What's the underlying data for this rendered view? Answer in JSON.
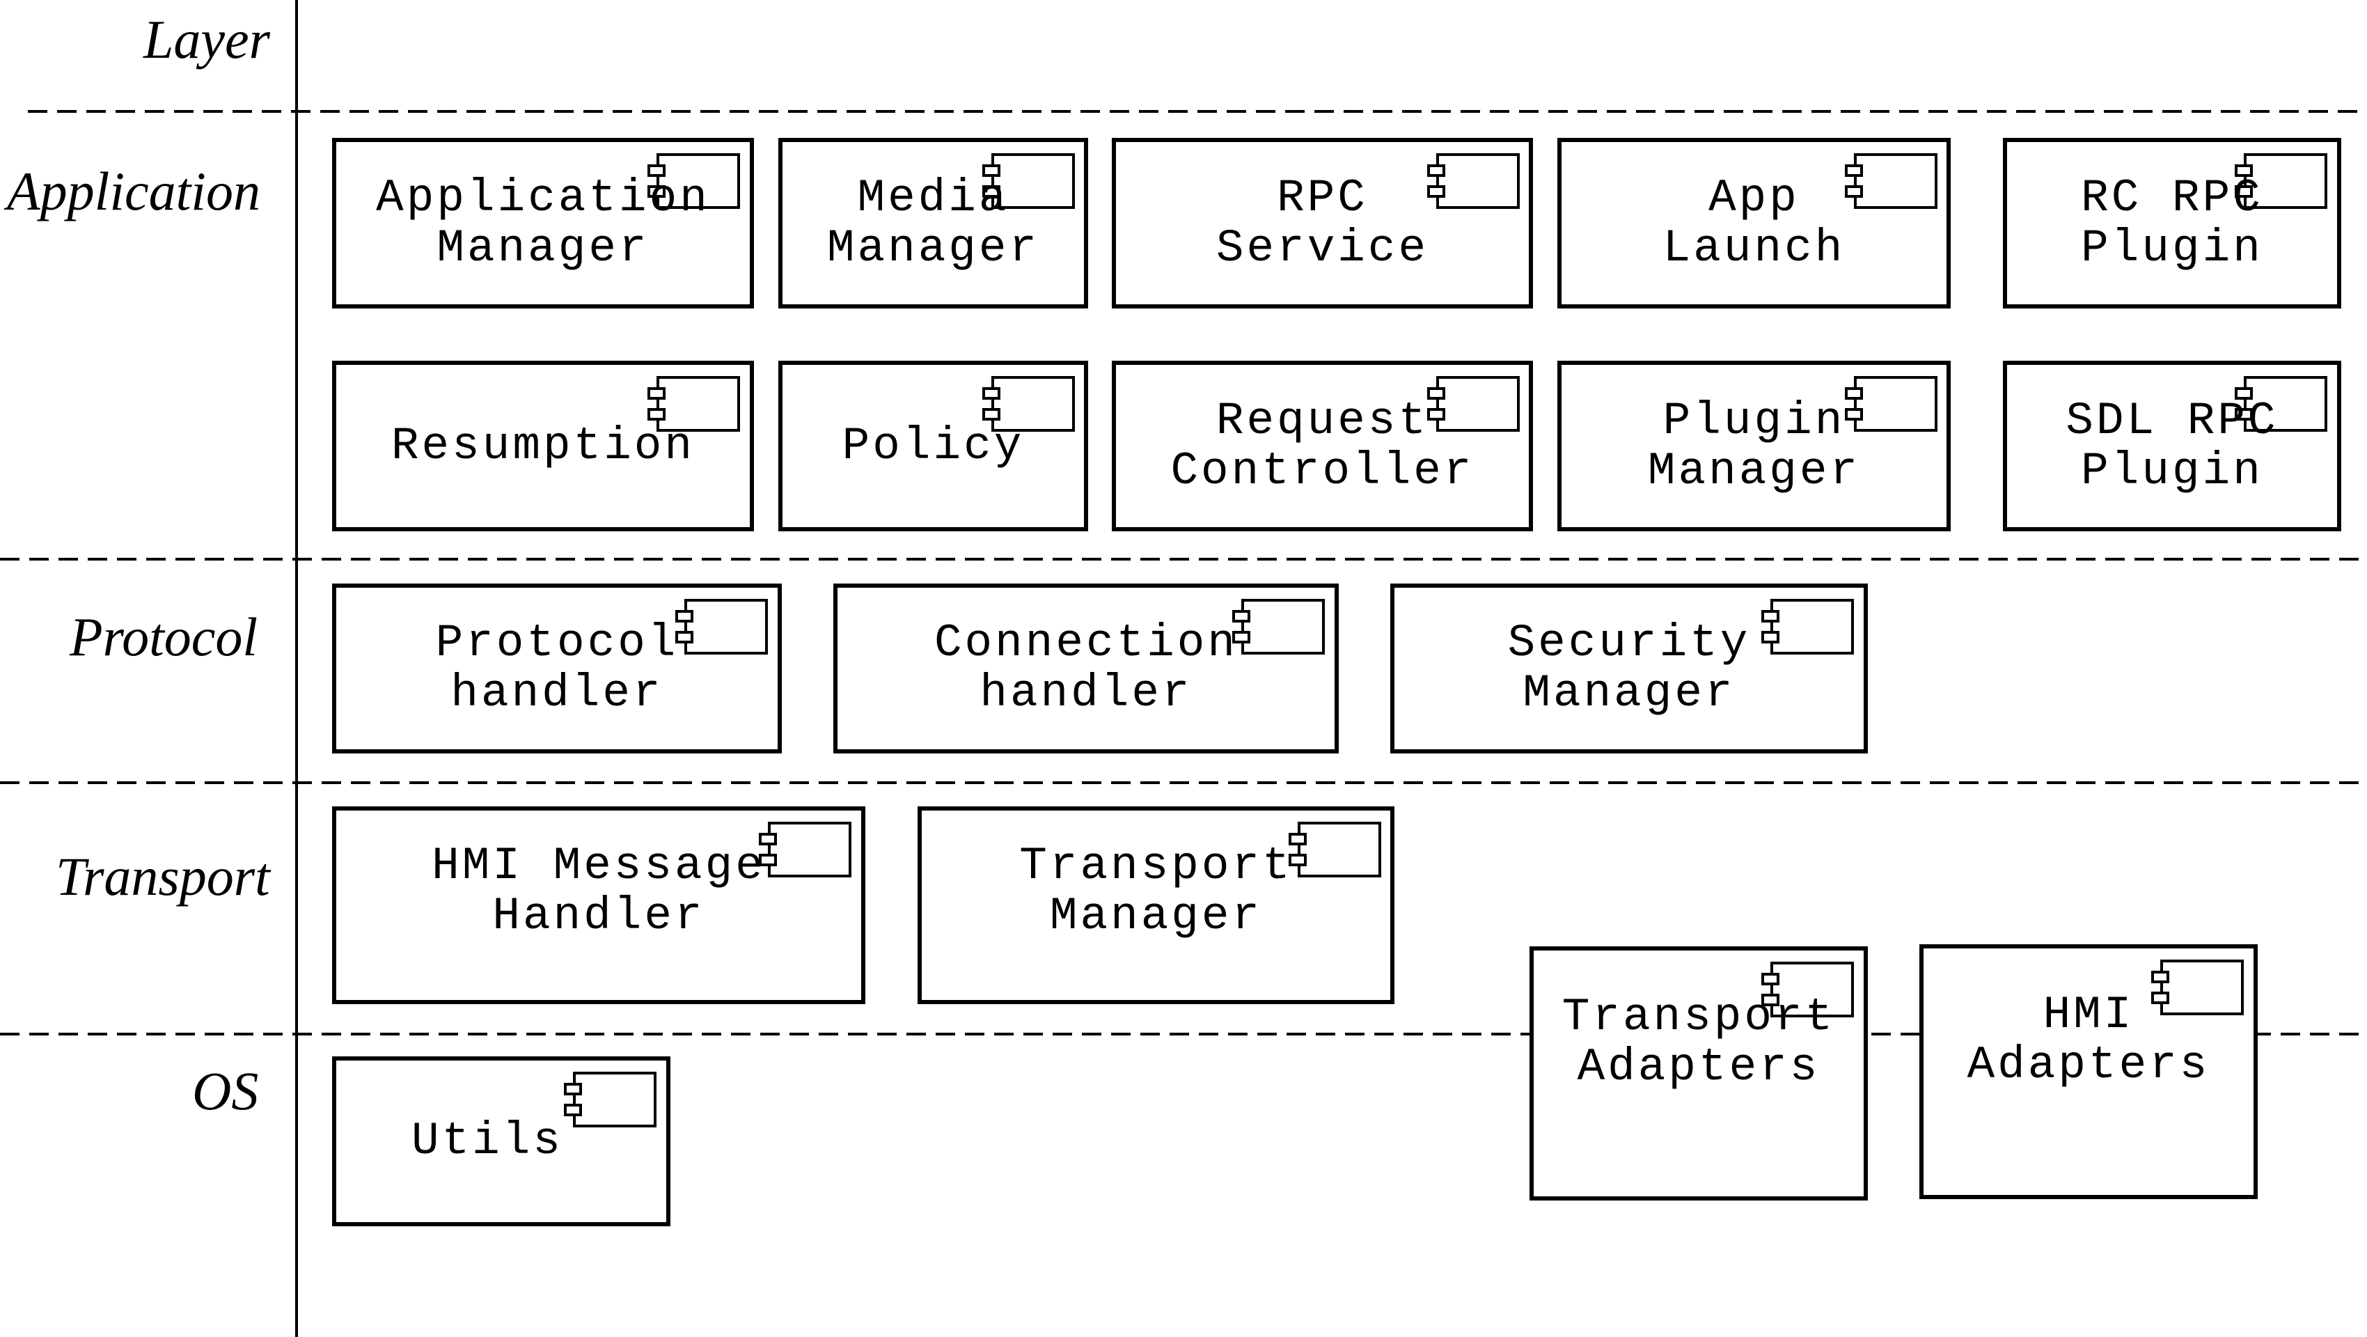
{
  "header": {
    "layer_title": "Layer"
  },
  "layers": [
    {
      "id": "application",
      "label": "Application"
    },
    {
      "id": "protocol",
      "label": "Protocol"
    },
    {
      "id": "transport",
      "label": "Transport"
    },
    {
      "id": "os",
      "label": "OS"
    }
  ],
  "components": {
    "application_manager": "Application\nManager",
    "media_manager": "Media\nManager",
    "rpc_service": "RPC\nService",
    "app_launch": "App\nLaunch",
    "rc_rpc_plugin": "RC RPC\nPlugin",
    "resumption": "Resumption",
    "policy": "Policy",
    "request_controller": "Request\nController",
    "plugin_manager": "Plugin\nManager",
    "sdl_rpc_plugin": "SDL RPC\nPlugin",
    "protocol_handler": "Protocol\nhandler",
    "connection_handler": "Connection\nhandler",
    "security_manager": "Security\nManager",
    "hmi_message_handler": "HMI Message\nHandler",
    "transport_manager": "Transport\nManager",
    "transport_adapters": "Transport\nAdapters",
    "hmi_adapters": "HMI\nAdapters",
    "utils": "Utils"
  }
}
